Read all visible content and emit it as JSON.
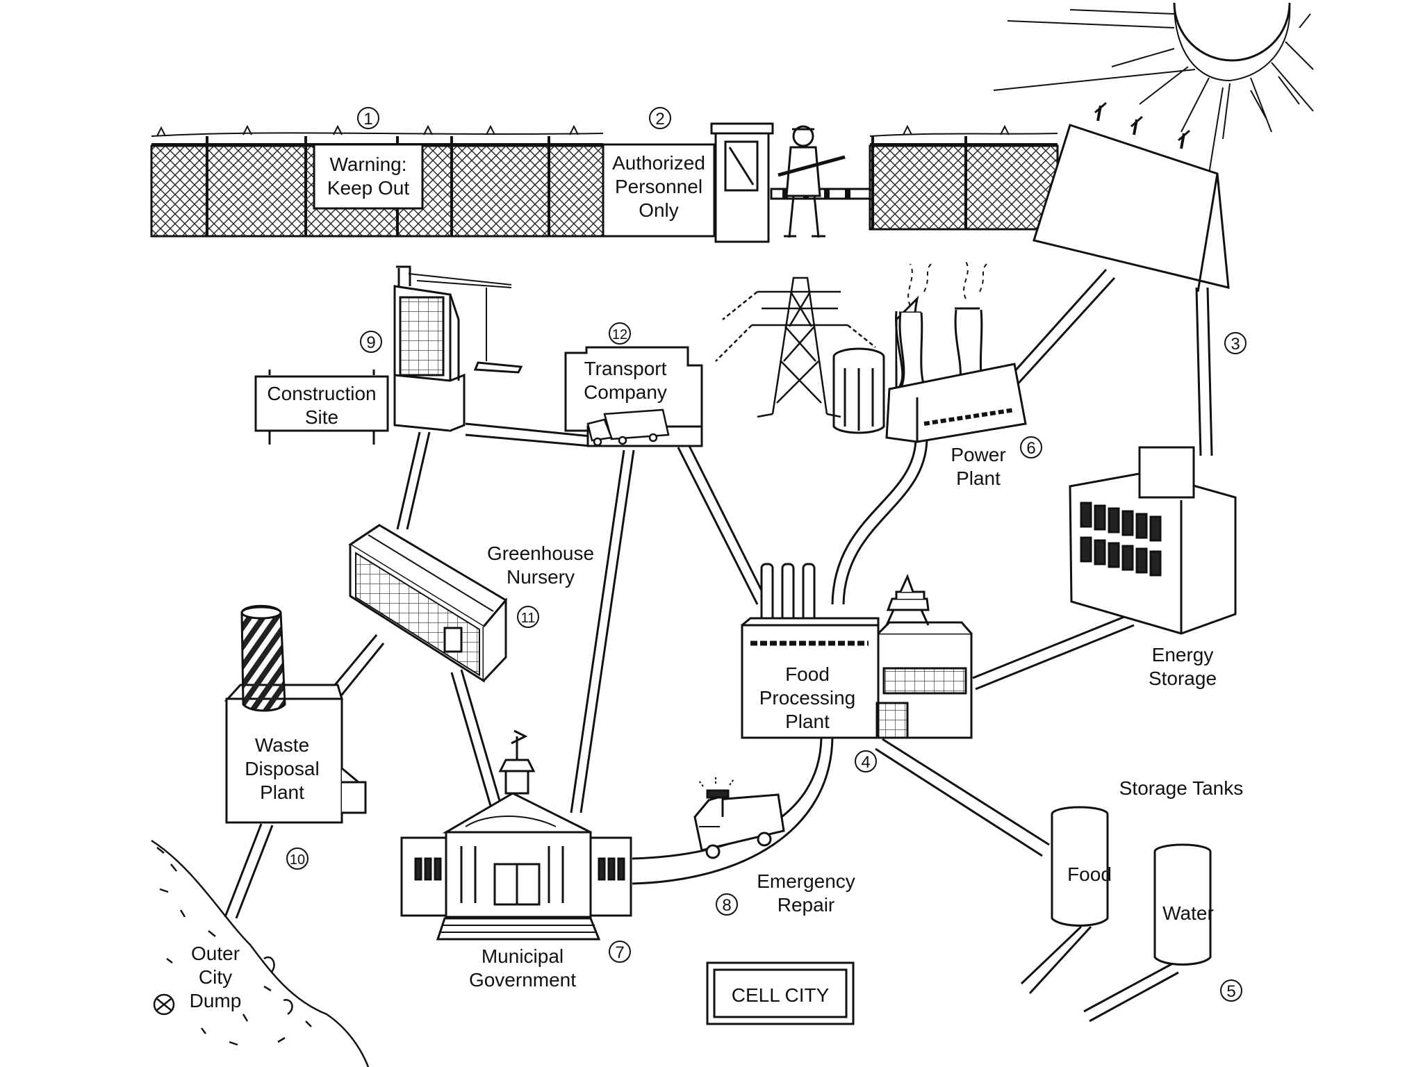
{
  "signs": {
    "warning": [
      "Warning:",
      "Keep Out"
    ],
    "authorized": [
      "Authorized",
      "Personnel",
      "Only"
    ],
    "construction": [
      "Construction",
      "Site"
    ],
    "transport": [
      "Transport",
      "Company"
    ],
    "cell_city": "CELL CITY"
  },
  "labels": {
    "power_plant": [
      "Power",
      "Plant"
    ],
    "greenhouse": [
      "Greenhouse",
      "Nursery"
    ],
    "food_processing": [
      "Food",
      "Processing",
      "Plant"
    ],
    "energy_storage": [
      "Energy",
      "Storage"
    ],
    "waste_disposal": [
      "Waste",
      "Disposal",
      "Plant"
    ],
    "storage_tanks": "Storage Tanks",
    "food_tank": "Food",
    "water_tank": "Water",
    "emergency_repair": [
      "Emergency",
      "Repair"
    ],
    "municipal_government": [
      "Municipal",
      "Government"
    ],
    "dump": [
      "Outer",
      "City",
      "Dump"
    ]
  },
  "numbers": {
    "n1": "1",
    "n2": "2",
    "n3": "3",
    "n4": "4",
    "n5": "5",
    "n6": "6",
    "n7": "7",
    "n8": "8",
    "n9": "9",
    "n10": "10",
    "n11": "11",
    "n12": "12"
  }
}
